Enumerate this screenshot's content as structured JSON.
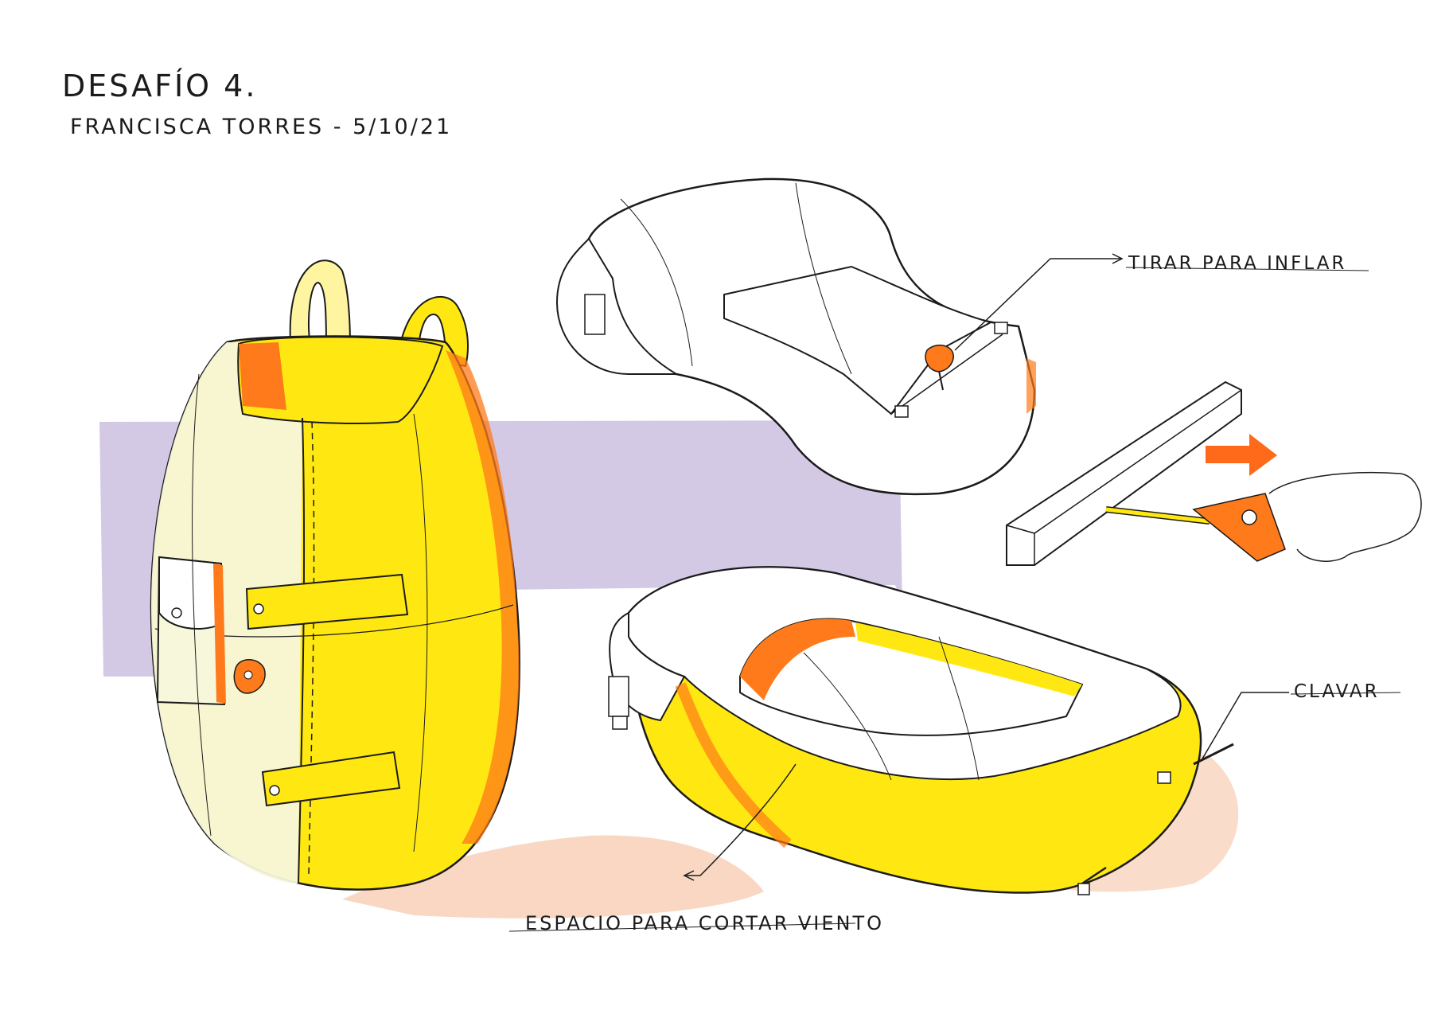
{
  "sheet": {
    "title": "DESAFÍO 4.",
    "author_line": "FRANCISCA TORRES - 5/10/21"
  },
  "annotations": {
    "inflate": "TIRAR PARA INFLAR",
    "nail": "CLAVAR",
    "wind": "ESPACIO PARA CORTAR VIENTO"
  },
  "palette": {
    "yellow": "#ffe812",
    "orange": "#ff7a1a",
    "lavender": "#cdbfe0",
    "peach": "#f7cdb4",
    "ink": "#1b1b1b"
  }
}
